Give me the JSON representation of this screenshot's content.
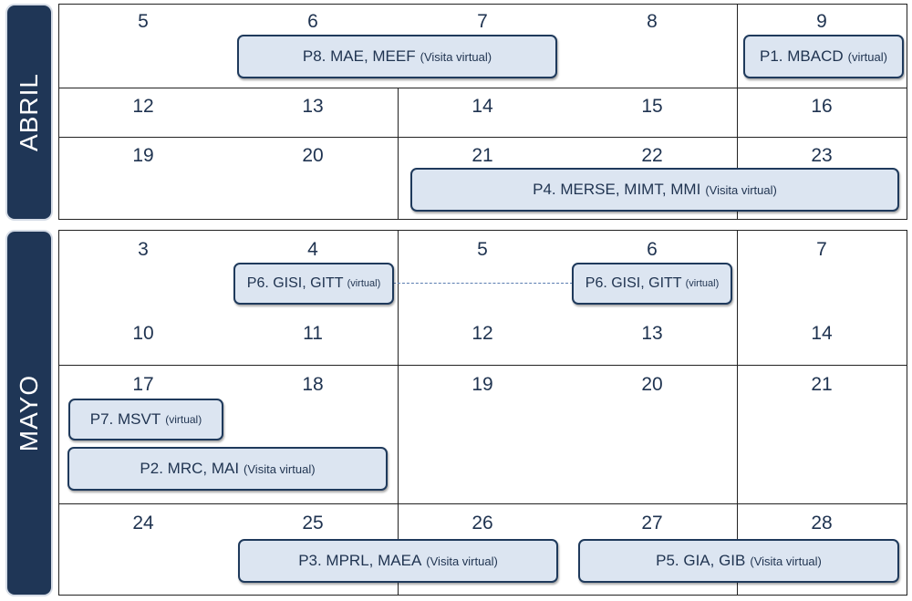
{
  "months": {
    "april": "ABRIL",
    "may": "MAYO"
  },
  "april_days": {
    "w1": [
      "5",
      "6",
      "7",
      "8",
      "9"
    ],
    "w2": [
      "12",
      "13",
      "14",
      "15",
      "16"
    ],
    "w3": [
      "19",
      "20",
      "21",
      "22",
      "23"
    ]
  },
  "may_days": {
    "w1": [
      "3",
      "4",
      "5",
      "6",
      "7"
    ],
    "w2": [
      "10",
      "11",
      "12",
      "13",
      "14"
    ],
    "w3": [
      "17",
      "18",
      "19",
      "20",
      "21"
    ],
    "w4": [
      "24",
      "25",
      "26",
      "27",
      "28"
    ]
  },
  "events": {
    "p8": {
      "main": "P8. MAE, MEEF",
      "note": "(Visita virtual)"
    },
    "p1": {
      "main": "P1. MBACD",
      "note": "(virtual)"
    },
    "p4": {
      "main": "P4. MERSE, MIMT, MMI",
      "note": "(Visita virtual)"
    },
    "p6a": {
      "main": "P6. GISI, GITT",
      "note": "(virtual)"
    },
    "p6b": {
      "main": "P6. GISI, GITT",
      "note": "(virtual)"
    },
    "p7": {
      "main": "P7. MSVT",
      "note": "(virtual)"
    },
    "p2": {
      "main": "P2. MRC, MAI",
      "note": "(Visita virtual)"
    },
    "p3": {
      "main": "P3. MPRL, MAEA",
      "note": "(Visita virtual)"
    },
    "p5": {
      "main": "P5. GIA, GIB",
      "note": "(Visita virtual)"
    }
  },
  "colors": {
    "month_bg": "#1f3656",
    "event_bg": "#dce5f1",
    "event_border": "#1f3a5c",
    "text": "#1f3350"
  }
}
